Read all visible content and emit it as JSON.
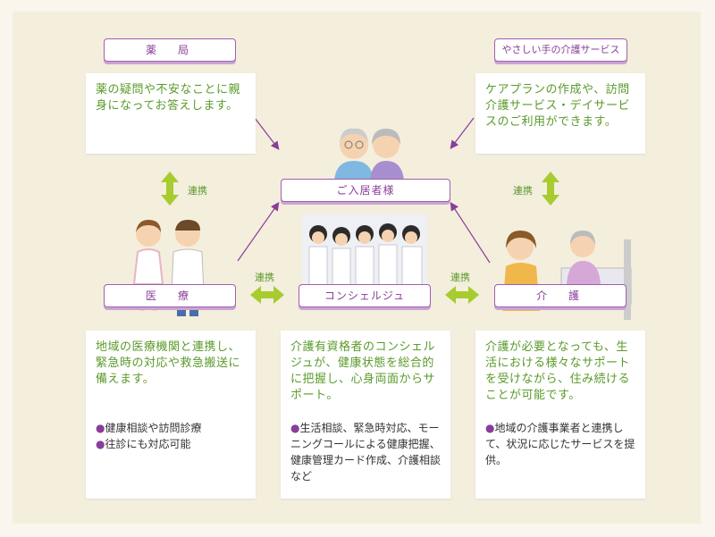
{
  "labels": {
    "pharmacy": "薬　局",
    "care_service": "やさしい手の介護サービス",
    "residents": "ご入居者様",
    "medical": "医　療",
    "concierge": "コンシェルジュ",
    "nursing": "介　護"
  },
  "renkei": "連携",
  "boxes": {
    "pharmacy": {
      "text": "薬の疑問や不安なことに親身になってお答えします。"
    },
    "care_service": {
      "text": "ケアプランの作成や、訪問介護サービス・デイサービスのご利用ができます。"
    },
    "medical": {
      "text": "地域の医療機関と連携し、緊急時の対応や救急搬送に備えます。",
      "items": [
        "健康相談や訪問診療",
        "往診にも対応可能"
      ]
    },
    "concierge": {
      "text": "介護有資格者のコンシェルジュが、健康状態を総合的に把握し、心身両面からサポート。",
      "items": [
        "生活相談、緊急時対応、モーニングコールによる健康把握、健康管理カード作成、介護相談など"
      ]
    },
    "nursing": {
      "text": "介護が必要となっても、生活における様々なサポートを受けながら、住み続けることが可能です。",
      "items": [
        "地域の介護事業者と連携して、状況に応じたサービスを提供。"
      ]
    }
  },
  "colors": {
    "accent": "#8a3d99",
    "green": "#5a9a2a",
    "arrow_green": "#a6cc2f",
    "background": "#f4eedd"
  }
}
